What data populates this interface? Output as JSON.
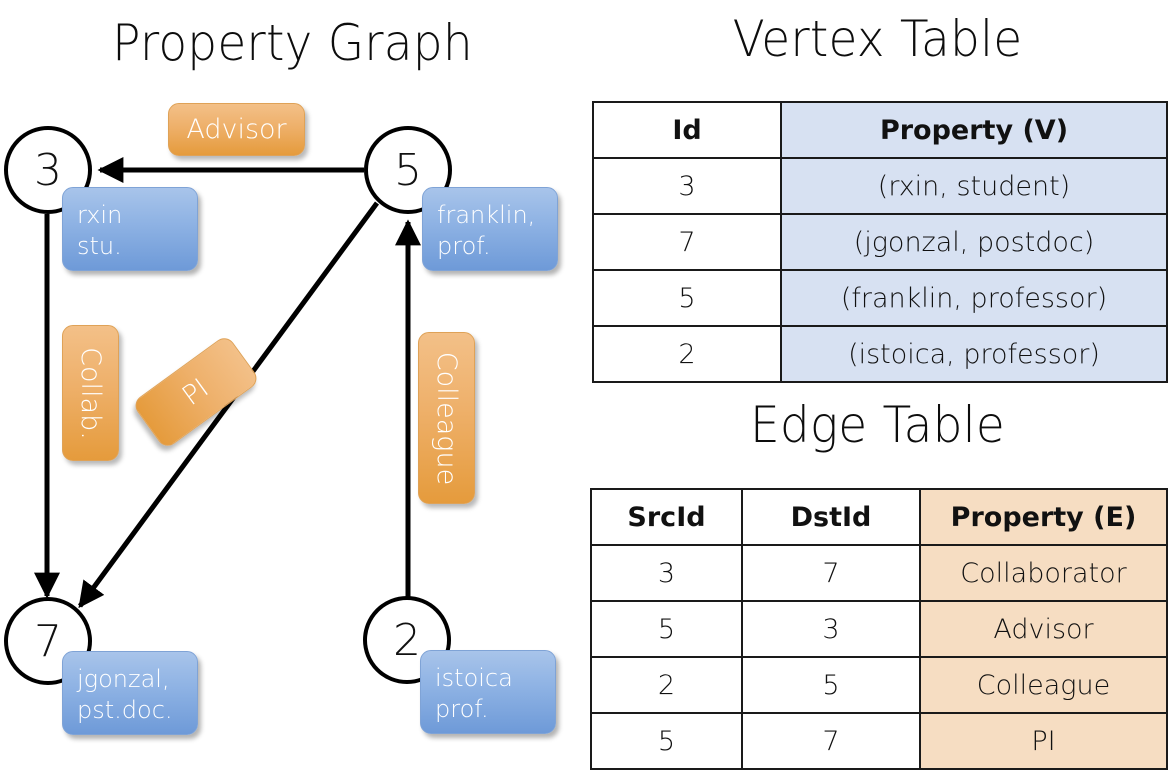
{
  "graph": {
    "title": "Property Graph",
    "nodes": [
      {
        "id": "3",
        "prop": "rxin\nstu."
      },
      {
        "id": "5",
        "prop": "franklin,\nprof."
      },
      {
        "id": "7",
        "prop": "jgonzal,\npst.doc."
      },
      {
        "id": "2",
        "prop": "istoica\nprof."
      }
    ],
    "edge_labels": [
      {
        "name": "advisor",
        "text": "Advisor"
      },
      {
        "name": "collab",
        "text": "Collab."
      },
      {
        "name": "pi",
        "text": "PI"
      },
      {
        "name": "colleague",
        "text": "Colleague"
      }
    ]
  },
  "vertex_table": {
    "title": "Vertex Table",
    "headers": [
      "Id",
      "Property (V)"
    ],
    "rows": [
      [
        "3",
        "(rxin, student)"
      ],
      [
        "7",
        "(jgonzal, postdoc)"
      ],
      [
        "5",
        "(franklin, professor)"
      ],
      [
        "2",
        "(istoica, professor)"
      ]
    ]
  },
  "edge_table": {
    "title": "Edge Table",
    "headers": [
      "SrcId",
      "DstId",
      "Property (E)"
    ],
    "rows": [
      [
        "3",
        "7",
        "Collaborator"
      ],
      [
        "5",
        "3",
        "Advisor"
      ],
      [
        "2",
        "5",
        "Colleague"
      ],
      [
        "5",
        "7",
        "PI"
      ]
    ]
  },
  "colors": {
    "vertex_box": "#8fb3e4",
    "edge_box": "#eeb06a",
    "vertex_cell": "#d7e1f2",
    "edge_cell": "#f6ddc2",
    "stroke": "#000000"
  }
}
